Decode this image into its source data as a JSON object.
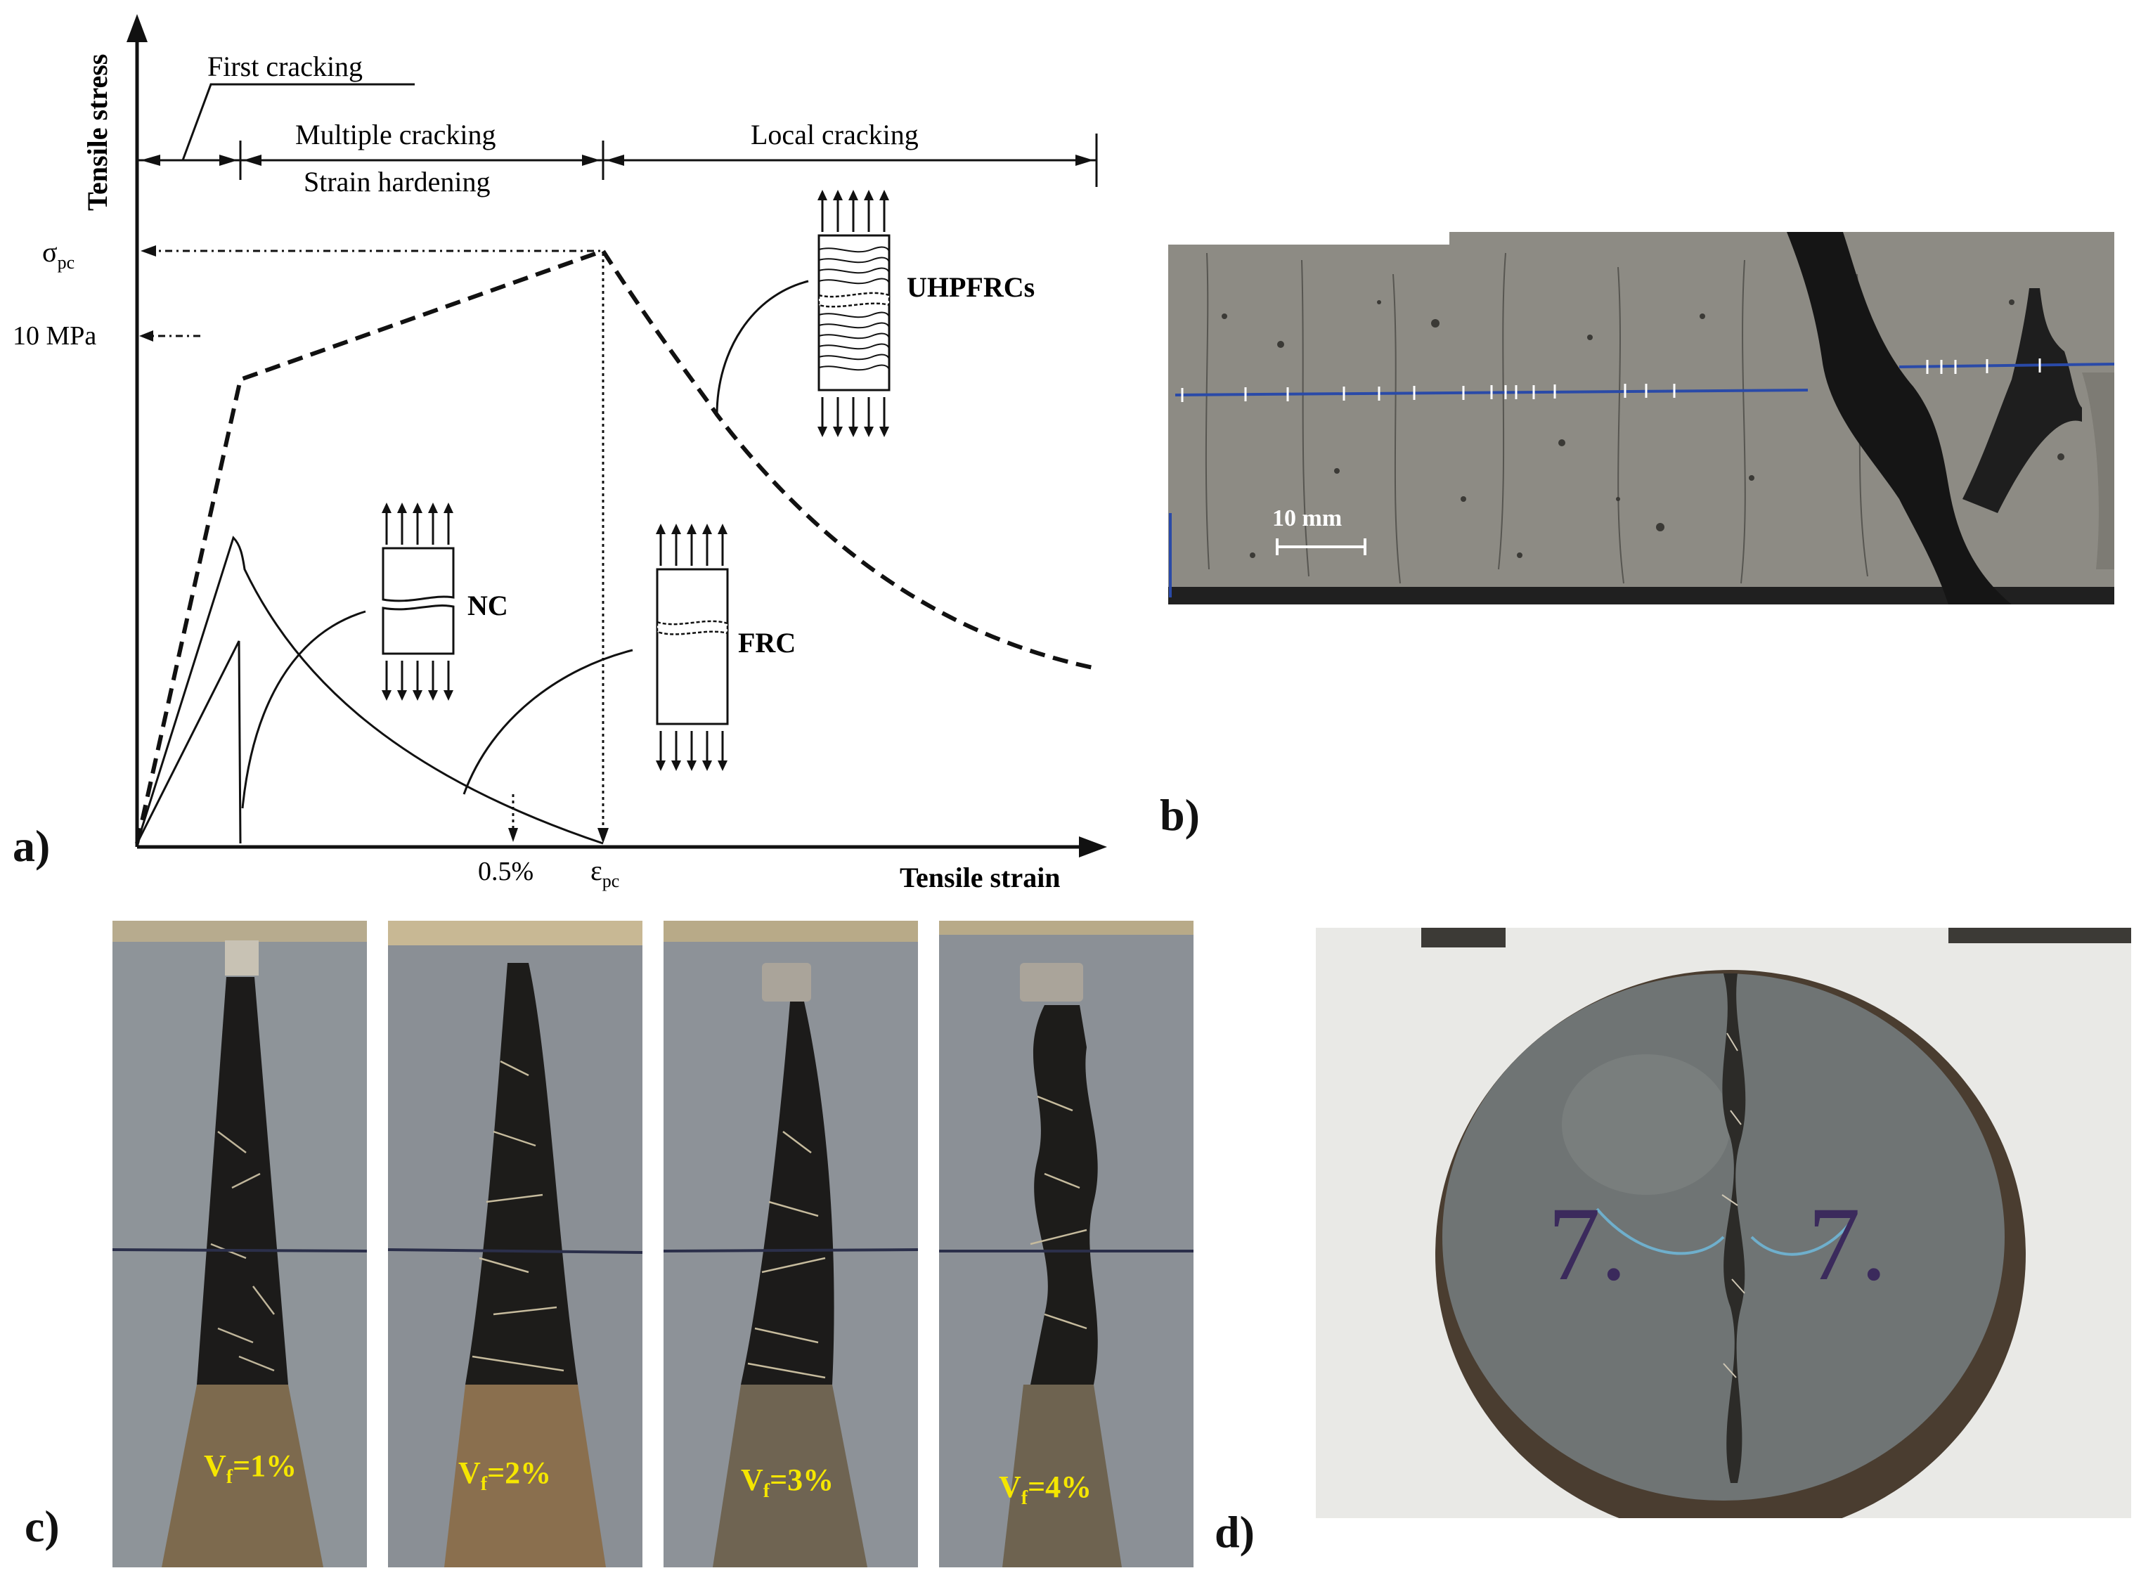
{
  "figure": {
    "panels": {
      "a": "a)",
      "b": "b)",
      "c": "c)",
      "d": "d)"
    }
  },
  "chart_data": {
    "type": "line",
    "title": "",
    "xlabel": "Tensile strain",
    "ylabel": "Tensile stress",
    "x_ticks": [
      "0.5%",
      "εpc"
    ],
    "y_ticks": [
      "σpc",
      "10 MPa"
    ],
    "phases": [
      "First cracking",
      "Multiple cracking",
      "Strain hardening",
      "Local cracking"
    ],
    "series": [
      {
        "name": "UHPFRCs",
        "style": "dashed"
      },
      {
        "name": "NC",
        "style": "solid"
      },
      {
        "name": "FRC",
        "style": "solid"
      }
    ]
  },
  "panel_b": {
    "scale_label": "10 mm"
  },
  "panel_c": {
    "photos": [
      {
        "label_main": "V",
        "label_sub": "f",
        "label_value": "=1%"
      },
      {
        "label_main": "V",
        "label_sub": "f",
        "label_value": "=2%"
      },
      {
        "label_main": "V",
        "label_sub": "f",
        "label_value": "=3%"
      },
      {
        "label_main": "V",
        "label_sub": "f",
        "label_value": "=4%"
      }
    ]
  },
  "panel_d": {
    "marks": [
      "7.",
      "7."
    ]
  },
  "colors": {
    "concrete": "#8a8c88",
    "crack": "#1a1a1a",
    "label_yellow": "#f5e600",
    "marker_blue": "#2a4aa8"
  }
}
